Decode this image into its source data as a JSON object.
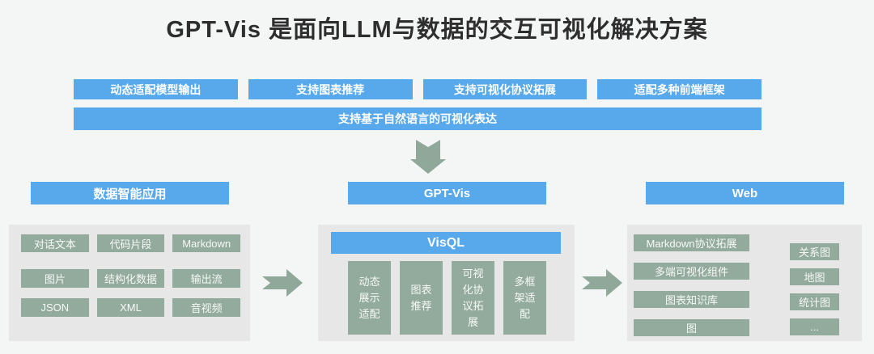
{
  "title": "GPT-Vis 是面向LLM与数据的交互可视化解决方案",
  "colors": {
    "accent_blue": "#58a8ec",
    "sage_green": "#93ab9c",
    "panel_gray": "#e7e7e7",
    "page_background": "#f4f6f5",
    "title_text": "#2e2e2e"
  },
  "features": {
    "row1": [
      "动态适配模型输出",
      "支持图表推荐",
      "支持可视化协议拓展",
      "适配多种前端框架"
    ],
    "row2": "支持基于自然语言的可视化表达"
  },
  "icons": {
    "down_arrow": "down-arrow-icon",
    "flow_arrow": "right-arrow-icon"
  },
  "sections": {
    "left": {
      "header": "数据智能应用",
      "items": [
        "对话文本",
        "代码片段",
        "Markdown",
        "图片",
        "结构化数据",
        "输出流",
        "JSON",
        "XML",
        "音视频"
      ]
    },
    "middle": {
      "header": "GPT-Vis",
      "subheader": "VisQL",
      "items": [
        "动态展示适配",
        "图表推荐",
        "可视化协议拓展",
        "多框架适配"
      ]
    },
    "right": {
      "header": "Web",
      "items_left": [
        "Markdown协议拓展",
        "多端可视化组件",
        "图表知识库",
        "图"
      ],
      "items_right": [
        "关系图",
        "地图",
        "统计图",
        "..."
      ]
    }
  }
}
